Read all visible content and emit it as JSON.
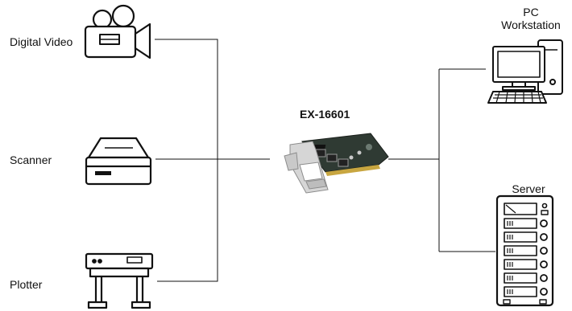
{
  "card": {
    "title": "EX-16601",
    "icon": "pci-card-icon"
  },
  "devices_left": [
    {
      "label": "Digital Video",
      "icon": "video-camera-icon"
    },
    {
      "label": "Scanner",
      "icon": "scanner-icon"
    },
    {
      "label": "Plotter",
      "icon": "plotter-icon"
    }
  ],
  "devices_right": [
    {
      "label_line1": "PC",
      "label_line2": "Workstation",
      "icon": "pc-workstation-icon"
    },
    {
      "label": "Server",
      "icon": "server-icon"
    }
  ],
  "colors": {
    "line": "#111111",
    "card_bracket": "#c9c9c9",
    "card_board": "#2f3a33",
    "card_highlight": "#6c7a72"
  }
}
